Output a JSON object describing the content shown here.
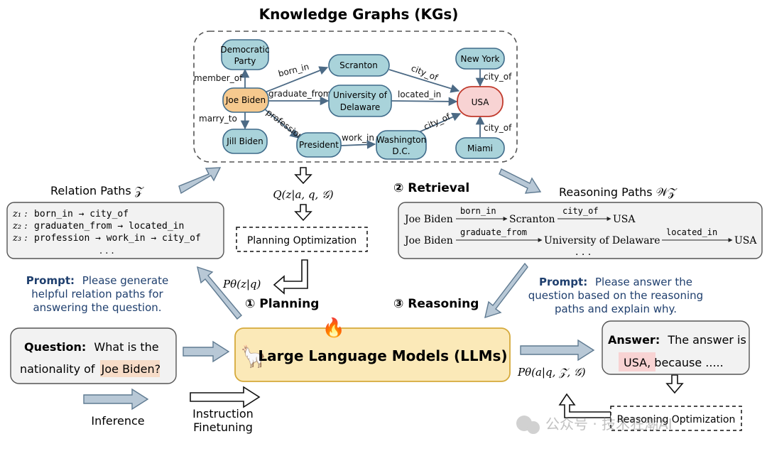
{
  "kg": {
    "title": "Knowledge Graphs (KGs)",
    "nodes": {
      "democratic": [
        "Democratic",
        "Party"
      ],
      "joe": "Joe Biden",
      "jill": "Jill Biden",
      "scranton": "Scranton",
      "university": [
        "University of",
        "Delaware"
      ],
      "president": "President",
      "washington": [
        "Washington",
        "D.C."
      ],
      "newyork": "New York",
      "usa": "USA",
      "miami": "Miami"
    },
    "edges": {
      "member_of": "member_of",
      "born_in": "born_in",
      "graduate_from": "graduate_from",
      "marry_to": "marry_to",
      "profession": "profession",
      "city_of_1": "city_of",
      "located_in": "located_in",
      "work_in": "work_in",
      "city_of_2": "city_of",
      "city_of_3": "city_of",
      "city_of_4": "city_of"
    }
  },
  "relation_paths": {
    "title": "Relation Paths 𝒵",
    "rows": [
      {
        "z": "z₁ :",
        "path": "born_in → city_of"
      },
      {
        "z": "z₂ :",
        "path": "graduaten_from → located_in"
      },
      {
        "z": "z₃ :",
        "path": "profession → work_in → city_of"
      }
    ],
    "more": ". . ."
  },
  "middle": {
    "q_formula": "Q(z|a, q, 𝒢)",
    "planning_opt": "Planning Optimization",
    "p_formula": "Pθ(z|q)",
    "planning": "① Planning",
    "retrieval": "② Retrieval",
    "reasoning": "③ Reasoning"
  },
  "reasoning_paths": {
    "title": "Reasoning Paths 𝒲𝒵",
    "row1": {
      "start": "Joe Biden",
      "r1": "born_in",
      "mid": "Scranton",
      "r2": "city_of",
      "end": "USA"
    },
    "row2": {
      "start": "Joe Biden",
      "r1": "graduate_from",
      "mid": "University of Delaware",
      "r2": "located_in",
      "end": "USA"
    },
    "more": ". . ."
  },
  "prompt_left": {
    "label": "Prompt:",
    "lines": [
      "Please generate",
      "helpful relation paths for",
      "answering the question."
    ]
  },
  "prompt_right": {
    "label": "Prompt:",
    "lines": [
      "Please answer the",
      "question based on the reasoning",
      "paths and explain why."
    ]
  },
  "question": {
    "label": "Question:",
    "text1": "What is the",
    "text2": "nationality of",
    "highlight": "Joe Biden",
    "end": "?"
  },
  "llm": {
    "label": "Large Language Models (LLMs)",
    "flame": "🔥",
    "llama": "🦙"
  },
  "answer": {
    "label": "Answer:",
    "text1": "The answer is",
    "highlight": "USA",
    "text2": ", because ....."
  },
  "answer_formula": "Pθ(a|q, 𝒵, 𝒢)",
  "reasoning_opt": "Reasoning Optimization",
  "legend": {
    "inference": "Inference",
    "finetuning": [
      "Instruction",
      "Finetuning"
    ]
  },
  "watermark": "公众号 · 技术狂潮AI",
  "colors": {
    "node_fill": "#a9d3da",
    "node_stroke": "#3f6b8a",
    "joe_fill": "#f6c98e",
    "usa_fill": "#f8d3d3",
    "usa_stroke": "#c0392b",
    "llm_fill": "#fbe9b8",
    "llm_stroke": "#d5a93b",
    "arrow_fill": "#b8c8d6",
    "arrow_stroke": "#5f7a91",
    "prompt_blue": "#1f3f6e",
    "highlight": "#f7dcc8"
  }
}
